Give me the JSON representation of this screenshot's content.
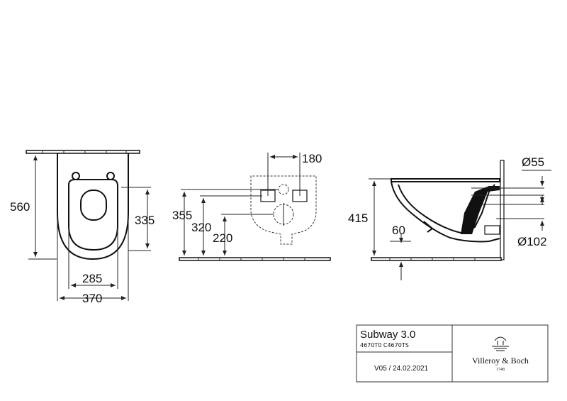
{
  "front_view": {
    "dimensions": [
      "560",
      "335",
      "285",
      "370"
    ]
  },
  "rear_view": {
    "dimensions": [
      "180",
      "355",
      "320",
      "220"
    ]
  },
  "side_view": {
    "dimensions": [
      "Ø55",
      "415",
      "60",
      "Ø102"
    ]
  },
  "title_block": {
    "product_name": "Subway 3.0",
    "article_numbers": "4670T0 C4670TS",
    "version": "V05 / 24.02.2021",
    "brand": "Villeroy & Boch",
    "brand_year": "1748"
  }
}
